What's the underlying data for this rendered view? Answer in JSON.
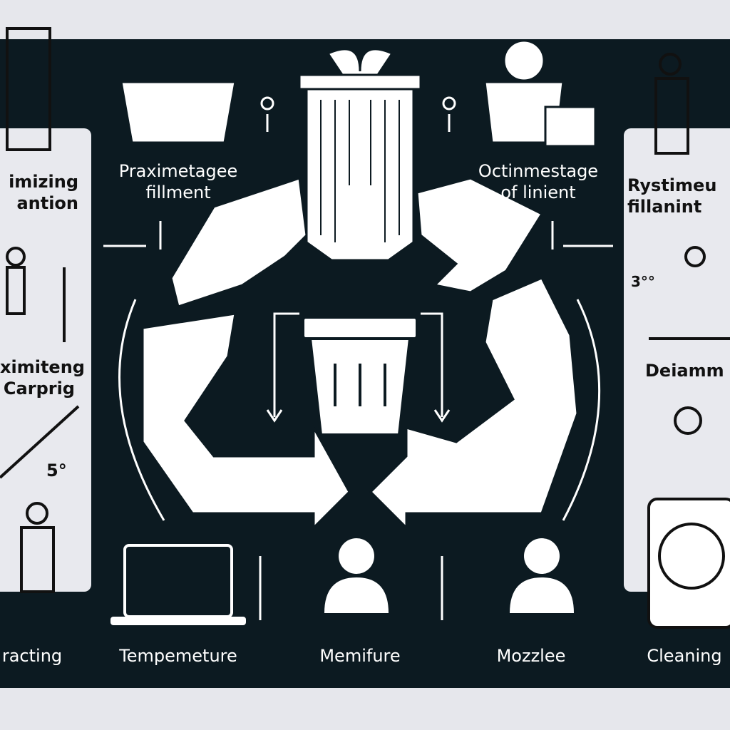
{
  "title_text": {
    "left_top": [
      "imizing",
      "antion"
    ],
    "left_mid": [
      "ximiteng",
      "Carprig"
    ],
    "left_deg": "5°",
    "center_left": [
      "Praximetagee",
      "fillment"
    ],
    "center_right": [
      "Octinmestage",
      "of linient"
    ],
    "right_top": [
      "Rystimeu",
      "fillanint"
    ],
    "right_deg": "3°°",
    "right_mid": "Deiamm"
  },
  "bottom_labels": [
    "racting",
    "Tempemeture",
    "Memifure",
    "Mozzlee",
    "Cleaning"
  ],
  "colors": {
    "dark": "#0c1a21",
    "light": "#e8e9ee",
    "white": "#ffffff"
  }
}
